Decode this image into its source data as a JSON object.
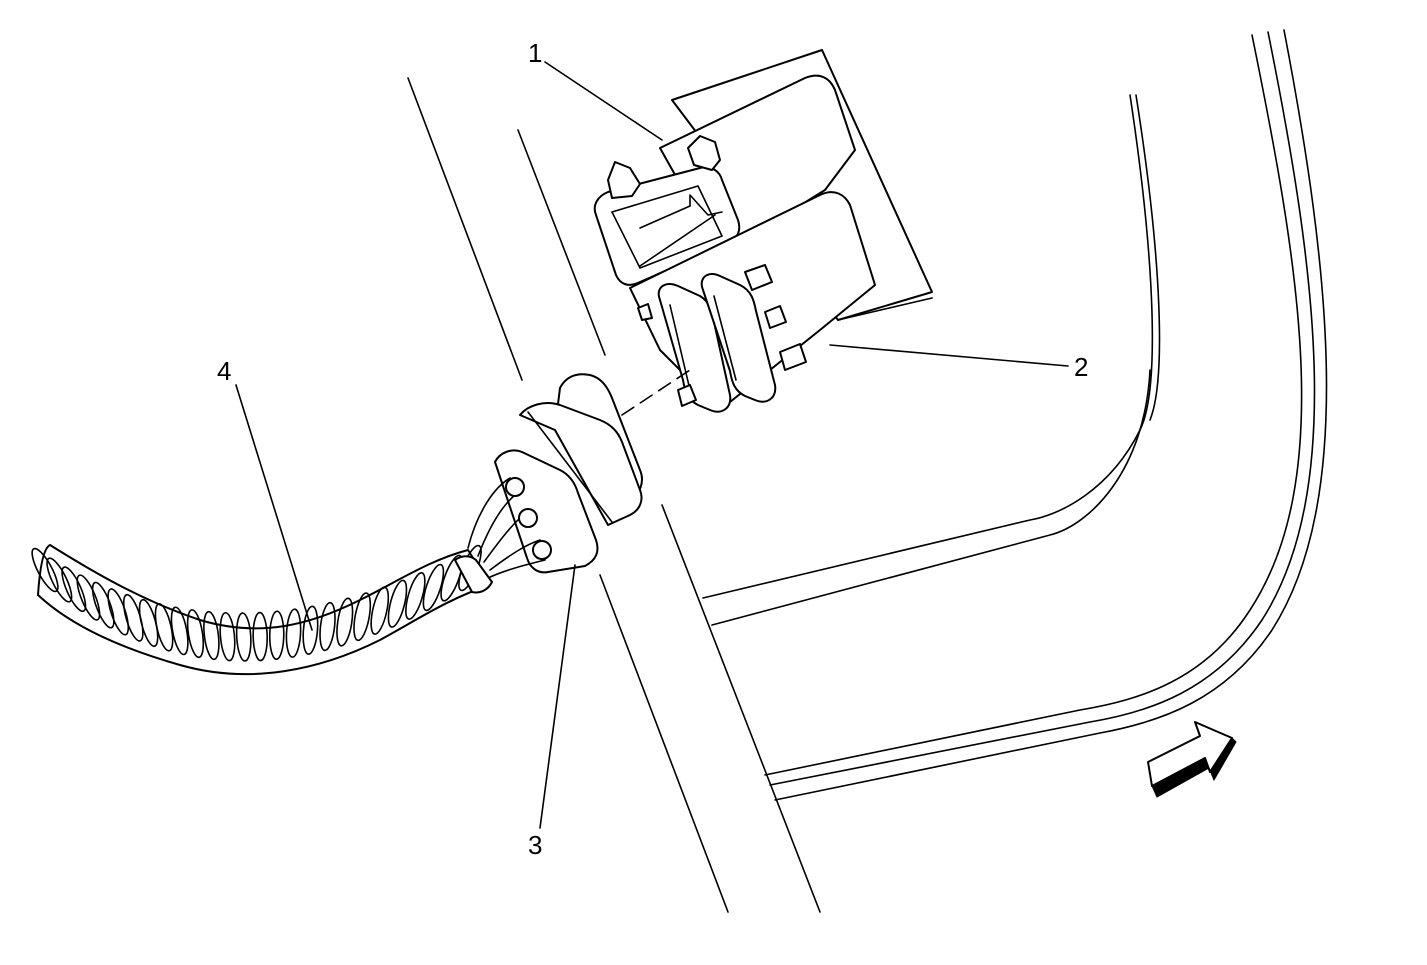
{
  "callouts": {
    "one": "1",
    "two": "2",
    "three": "3",
    "four": "4"
  },
  "colors": {
    "line": "#000000",
    "background": "#ffffff"
  },
  "icons": {
    "direction_arrow": "forward-arrow-icon"
  }
}
